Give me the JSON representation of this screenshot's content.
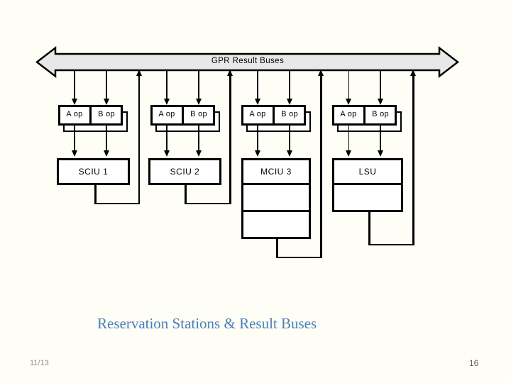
{
  "slide": {
    "background_color": "#fffef6"
  },
  "diagram": {
    "bus_label": "GPR Result Buses",
    "bus_fill_color": "#e8e8e8",
    "line_color": "#000000",
    "units": [
      {
        "a_op": "A op",
        "b_op": "B op",
        "name": "SCIU 1",
        "pipeline_rows": 1
      },
      {
        "a_op": "A op",
        "b_op": "B op",
        "name": "SCIU 2",
        "pipeline_rows": 1
      },
      {
        "a_op": "A op",
        "b_op": "B op",
        "name": "MCIU 3",
        "pipeline_rows": 3
      },
      {
        "a_op": "A op",
        "b_op": "B op",
        "name": "LSU",
        "pipeline_rows": 2
      }
    ]
  },
  "caption": {
    "text": "Reservation Stations & Result Buses",
    "color": "#4a7ebc"
  },
  "footer": {
    "slide_date": "11/13",
    "page_number": "16"
  }
}
